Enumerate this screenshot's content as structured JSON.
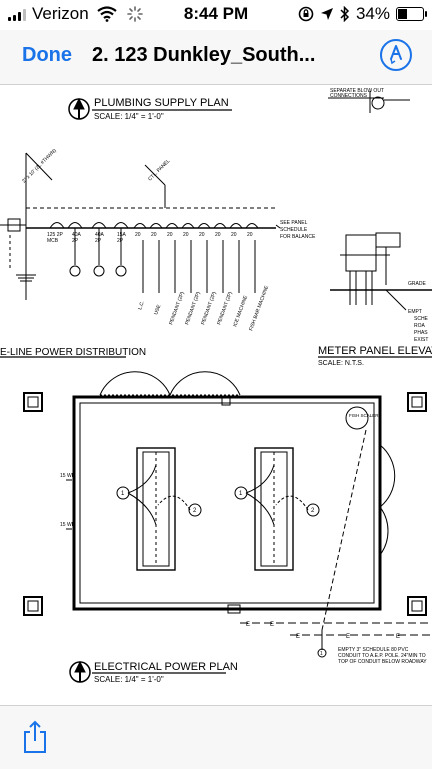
{
  "status_bar": {
    "carrier": "Verizon",
    "time": "8:44 PM",
    "battery": "34%",
    "battery_level": 0.34
  },
  "nav": {
    "done_label": "Done",
    "title": "2. 123 Dunkley_South..."
  },
  "drawing": {
    "plumbing_title": "PLUMBING SUPPLY PLAN",
    "plumbing_scale": "SCALE:  1/4\" = 1'-0\"",
    "separate_blowout": "SEPARATE BLOW OUT",
    "connections": "CONNECTIONS",
    "conduit_note": "2\" x 10' (2L #THWN)",
    "ctl_panel": "CTL. PANEL",
    "see_panel": "SEE PANEL",
    "schedule": "SCHEDULE",
    "for_balance": "FOR BALANCE",
    "breakers": [
      "125 2P",
      "40A",
      "40A",
      "15A"
    ],
    "breakers_sub": [
      "MCB",
      "2P",
      "2P",
      "2P"
    ],
    "circuit_labels": [
      "L.C.",
      "USE",
      "PENDANT (2P)",
      "PENDANT (2P)",
      "PENDANT (2P)",
      "PENDANT (2P)",
      "ICE MACHINE",
      "FISH BAR MACHINE"
    ],
    "circuit_amps": [
      "20",
      "20",
      "20",
      "20",
      "20",
      "20",
      "20",
      "20"
    ],
    "one_line_title": "E-LINE POWER DISTRIBUTION",
    "meter_title": "METER PANEL ELEVATIO",
    "meter_scale": "SCALE:   N.T.S.",
    "grade": "GRADE",
    "meter_notes": [
      "EMPT",
      "SCHE",
      "ROA",
      "PHAS",
      "EXIST"
    ],
    "fish_scaler": "FISH SCALER",
    "wp_labels": [
      "15\nWP",
      "15\nWP"
    ],
    "plan_callouts": [
      "1",
      "2",
      "1",
      "2",
      "1"
    ],
    "empty_note": [
      "EMPTY 3\" SCHEDULE 80 PVC",
      "CONDUIT TO A.E.P. POLE. 24\"MIN TO",
      "TOP OF CONDUIT BELOW ROADWAY"
    ],
    "electrical_title": "ELECTRICAL POWER PLAN",
    "electrical_scale": "SCALE:  1/4\" = 1'-0\"",
    "wire_marker": "E"
  }
}
